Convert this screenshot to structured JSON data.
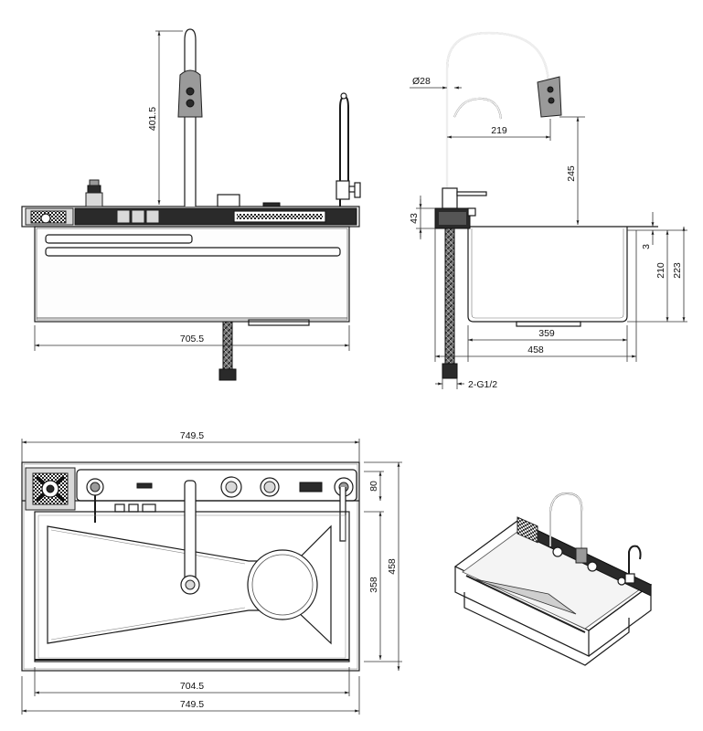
{
  "dimensions": {
    "front_view": {
      "faucet_height": "401.5",
      "overall_width": "705.5"
    },
    "side_view": {
      "spout_diameter": "Ø28",
      "spout_reach": "219",
      "spout_clearance": "245",
      "deck_height": "43",
      "rim_offset": "3",
      "bowl_depth": "210",
      "overall_depth": "223",
      "inner_width": "359",
      "overall_width": "458",
      "hose_thread": "2-G1/2"
    },
    "top_view": {
      "overall_width_top": "749.5",
      "ledge_depth": "80",
      "bowl_length": "358",
      "overall_length": "458",
      "bowl_width": "704.5",
      "overall_width_bottom": "749.5"
    }
  },
  "icons": [
    "faucet-icon",
    "soap-dispenser-icon",
    "cup-rinser-icon",
    "drain-icon",
    "control-knob-icon"
  ]
}
